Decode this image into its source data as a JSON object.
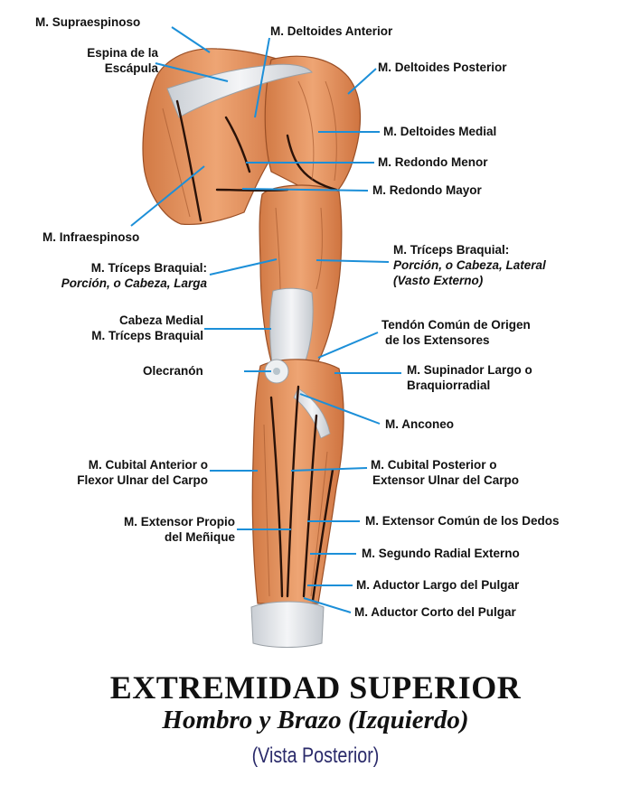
{
  "labels": {
    "supraespinoso": "M. Supraespinoso",
    "espina_1": "Espina de la",
    "espina_2": "Escápula",
    "deltoides_anterior": "M. Deltoides Anterior",
    "deltoides_posterior": "M. Deltoides Posterior",
    "deltoides_medial": "M. Deltoides Medial",
    "redondo_menor": "M. Redondo Menor",
    "redondo_mayor": "M. Redondo Mayor",
    "infraespinoso": "M. Infraespinoso",
    "triceps_larga_1": "M. Tríceps Braquial:",
    "triceps_larga_2": "Porción, o Cabeza, Larga",
    "triceps_lateral_1": "M. Tríceps Braquial:",
    "triceps_lateral_2": "Porción, o Cabeza, Lateral",
    "triceps_lateral_3": "(Vasto Externo)",
    "cabeza_medial_1": "Cabeza Medial",
    "cabeza_medial_2": "M. Tríceps Braquial",
    "tendon_1": "Tendón Común de Origen",
    "tendon_2": "de los Extensores",
    "olecranon": "Olecranón",
    "supinador_1": "M. Supinador Largo o",
    "supinador_2": "Braquiorradial",
    "anconeo": "M. Anconeo",
    "cubital_anterior_1": "M. Cubital Anterior o",
    "cubital_anterior_2": "Flexor Ulnar del Carpo",
    "cubital_posterior_1": "M. Cubital Posterior o",
    "cubital_posterior_2": "Extensor Ulnar del Carpo",
    "extensor_propio_1": "M. Extensor Propio",
    "extensor_propio_2": "del Meñique",
    "extensor_comun": "M. Extensor Común de los Dedos",
    "segundo_radial": "M. Segundo Radial Externo",
    "aductor_largo": "M. Aductor Largo del Pulgar",
    "aductor_corto": "M. Aductor Corto del Pulgar"
  },
  "titles": {
    "main": "EXTREMIDAD SUPERIOR",
    "sub": "Hombro y Brazo (Izquierdo)",
    "view": "(Vista Posterior)"
  },
  "colors": {
    "muscle": "#e0915c",
    "muscle_dark": "#c96d3a",
    "tendon": "#e3e6ea",
    "leader": "#1c8fd8"
  }
}
